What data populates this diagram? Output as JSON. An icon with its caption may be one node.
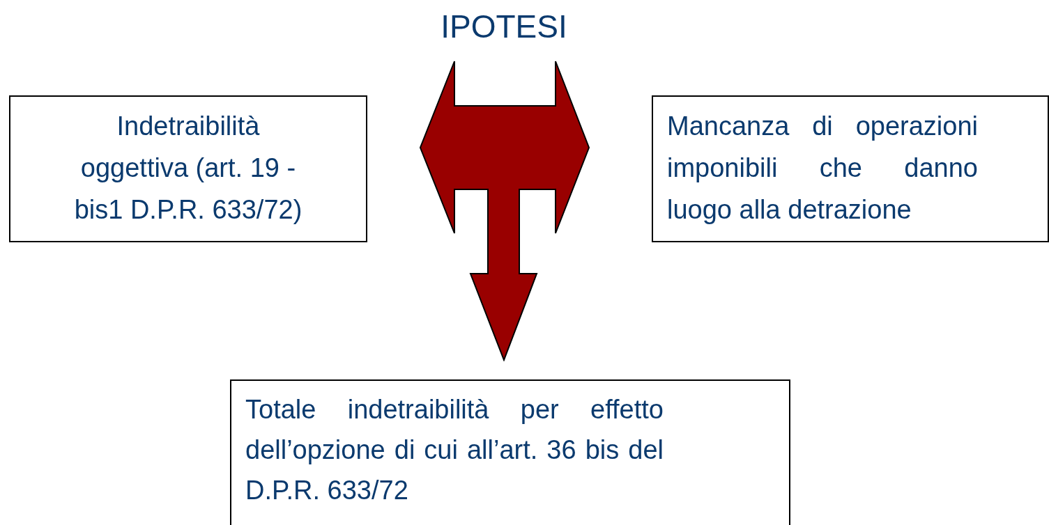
{
  "diagram": {
    "nodes": [
      {
        "text": [
          "IPOTESI"
        ]
      },
      {
        "text": [
          "Indetraibilità oggettiva (art. 19 - bis1 D.P.R. 633/72)"
        ]
      },
      {
        "text": [],
        "shape": "arrow"
      },
      {
        "text": [
          "Mancanza di operazioni imponibili che danno luogo alla detrazione"
        ]
      },
      {
        "text": [
          "Totale indetraibilità per effetto dell’opzione di cui all’art. 36 bis del D.P.R. 633/72"
        ]
      }
    ]
  }
}
